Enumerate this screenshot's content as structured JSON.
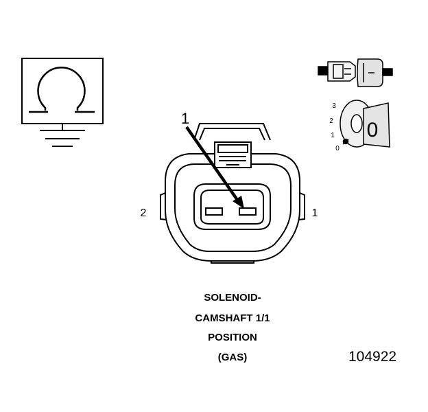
{
  "callout": "1",
  "pin_labels": {
    "left": "2",
    "right": "1"
  },
  "caption": {
    "line1": "SOLENOID-",
    "line2": "CAMSHAFT 1/1",
    "line3": "POSITION",
    "line4": "(GAS)"
  },
  "figure_number": "104922",
  "key_scale": {
    "t0": "0",
    "t1": "1",
    "t2": "2",
    "t3": "3"
  },
  "key_character": "0",
  "icons": [
    "ohm-ground-symbol-icon",
    "connector-pair-icon",
    "key-position-icon"
  ]
}
